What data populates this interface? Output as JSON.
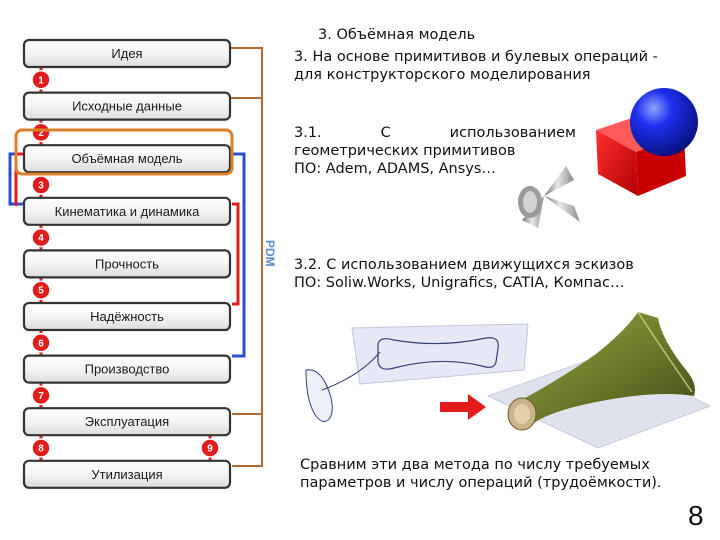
{
  "slide": {
    "title": "3. Объёмная модель",
    "subtitle_line1": "3. На основе примитивов и булевых операций -",
    "subtitle_line2": "для конструкторского моделирования",
    "section_31_word1": "3.1.",
    "section_31_word2": "С",
    "section_31_word3": "использованием",
    "section_31_line2": "геометрических примитивов",
    "section_31_line3": "ПО: Adem, ADAMS, Ansys…",
    "section_32_line1": "3.2. С использованием движущихся эскизов",
    "section_32_line2": "ПО: Soliw.Works, Unigrafics, CATIA, Компас…",
    "compare_line1": "Сравним эти два метода по числу требуемых",
    "compare_line2": "параметров и числу операций (трудоёмкости).",
    "page_number": "8"
  },
  "lifecycle": {
    "pdm_label": "PDM",
    "stages": [
      {
        "label": "Идея"
      },
      {
        "label": "Исходные данные"
      },
      {
        "label": "Объёмная модель",
        "highlighted": true
      },
      {
        "label": "Кинематика и динамика"
      },
      {
        "label": "Прочность"
      },
      {
        "label": "Надёжность"
      },
      {
        "label": "Производство"
      },
      {
        "label": "Эксплуатация"
      },
      {
        "label": "Утилизация"
      }
    ],
    "step_numbers": [
      "1",
      "2",
      "3",
      "4",
      "5",
      "6",
      "7",
      "8",
      "9"
    ]
  },
  "colors": {
    "stage_border": "#333333",
    "arrow_red": "#e21b1b",
    "loop_blue": "#2a4fd6",
    "loop_brown": "#b06a35",
    "highlight_orange": "#d9822b",
    "pdm_blue": "#5b8bd0"
  },
  "images": {
    "primitives": "red-cube-blue-sphere-icon",
    "cones": "grey-cones-icon",
    "sketch": "sketch-curve-icon",
    "swept_body": "green-swept-body-icon",
    "arrow": "red-arrow-icon"
  }
}
